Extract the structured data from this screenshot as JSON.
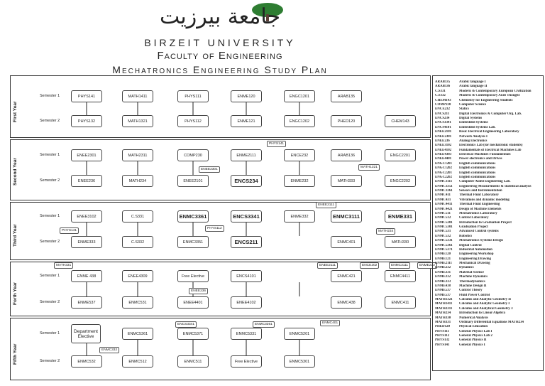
{
  "header": {
    "arabic_name": "جامعة بيرزيت",
    "university": "BIRZEIT UNIVERSITY",
    "faculty": "Faculty of Engineering",
    "plan": "Mechatronics Engineering Study Plan"
  },
  "years": [
    "First Year",
    "Second Year",
    "Third Year",
    "Forth Year",
    "Fifth Year"
  ],
  "semesters": {
    "s1": "Semester 1",
    "s2": "Semester 2"
  },
  "courses": {
    "y1s1": [
      "PHYS141",
      "MATH1411",
      "PHYS111",
      "ENME120",
      "ENGC1201",
      "ARAB135"
    ],
    "y1s2": [
      "PHYS132",
      "MATH1321",
      "PHYS112",
      "ENME121",
      "ENGC1202",
      "PHED120",
      "CHEM143"
    ],
    "y2s1": [
      "ENEE2301",
      "MATH2311",
      "COMP230",
      "ENME2111",
      "ENCE232",
      "ARAB136",
      "ENGC2201"
    ],
    "y2s2": [
      "ENEE236",
      "MATH234",
      "ENEE2101",
      "ENCS234",
      "ENME232",
      "MATH333",
      "ENGC2202"
    ],
    "y3s1": [
      "ENEE3102",
      "C.S331",
      "ENMC3361",
      "ENCS3341",
      "ENME332",
      "ENMC3111",
      "ENME331"
    ],
    "y3s2": [
      "ENME333",
      "C.S332",
      "ENMC3351",
      "ENCS211",
      "ENMC401",
      "MATH330"
    ],
    "y4s1": [
      "ENME 438",
      "ENEE4309",
      "Free Elective",
      "ENCS4101",
      "ENMC421",
      "ENMC4411"
    ],
    "y4s2": [
      "ENME537",
      "ENMC531",
      "ENEE4401",
      "ENEE4102",
      "ENMC438",
      "ENMC411"
    ],
    "y5s1": [
      "Department Elective",
      "ENMC5361",
      "ENMC5371",
      "ENMC5331",
      "ENMC5201"
    ],
    "y5s2": [
      "ENMC532",
      "ENMC512",
      "ENMC511",
      "Free Elective",
      "ENMC5301"
    ]
  },
  "tags": [
    "PHYS141",
    "ENEE2301",
    "MATH1321",
    "ENEE2111",
    "PHYS141",
    "PHYS112",
    "MATH234",
    "MATH331",
    "ENEE2111",
    "ENCE202",
    "ENMC3111",
    "ENME232",
    "ENEE236",
    "ENCS3341",
    "ENMC3361",
    "ENMC401",
    "ENMC332"
  ],
  "legend": [
    [
      "ARAB135",
      "Arabic language I"
    ],
    [
      "ARAB136",
      "Arabic language II"
    ],
    [
      "C.S331",
      "Modern & Contemporary European Civilization"
    ],
    [
      "C.S332",
      "Modern & Contemporary Arab Thought"
    ],
    [
      "CHEM143",
      "Chemistry for Engineering Students"
    ],
    [
      "COMP230",
      "Computer Science"
    ],
    [
      "ENCE232",
      "Statics"
    ],
    [
      "ENCS211",
      "Digital Electronics & Computer Org. Lab."
    ],
    [
      "ENCS234",
      "Digital Systems"
    ],
    [
      "ENCS3341",
      "Embedded Systems"
    ],
    [
      "ENCS4101",
      "Embedded Systems Lab."
    ],
    [
      "ENEE2101",
      "Basic Electrical Engineering Laboratory"
    ],
    [
      "ENEE2301",
      "Network Analysis I"
    ],
    [
      "ENEE236",
      "Analog Electronics"
    ],
    [
      "ENEE3102",
      "Electronics Lab (for mechatronic students)"
    ],
    [
      "ENEE4102",
      "Fundamentals of Electrical Machines Lab"
    ],
    [
      "ENEE4303",
      "Electrical Machines Fundamentals"
    ],
    [
      "ENEE4401",
      "Power electronics and Drives"
    ],
    [
      "ENGC1201",
      "English communications"
    ],
    [
      "ENGC1202",
      "English communications"
    ],
    [
      "ENGC2201",
      "English communications"
    ],
    [
      "ENGC2202",
      "English communications"
    ],
    [
      "ENMC3111",
      "Computer Aided Engineering Lab."
    ],
    [
      "ENMC3351",
      "Engineering Measurements & statistical analysis"
    ],
    [
      "ENMC3361",
      "Sensors and Instrumentation"
    ],
    [
      "ENMC411",
      "Thermal Fluid Laboratory"
    ],
    [
      "ENMC431",
      "Vibrations and dynamic modeling"
    ],
    [
      "ENMC4411",
      "Thermal Fluid Engineering"
    ],
    [
      "ENMC4421",
      "Design of Machine Elements"
    ],
    [
      "ENMC511",
      "Mechatronics Laboratory"
    ],
    [
      "ENMC512",
      "Control Laboratory"
    ],
    [
      "ENMC5201",
      "Introduction to Graduation Project"
    ],
    [
      "ENMC5301",
      "Graduation Project"
    ],
    [
      "ENMC531",
      "Advanced Control systems"
    ],
    [
      "ENMC532",
      "Robotics"
    ],
    [
      "ENMC5331",
      "Mechatronics Systems Design"
    ],
    [
      "ENMC5361",
      "Digital Control"
    ],
    [
      "ENMC5371",
      "Industrial Automation"
    ],
    [
      "ENME120",
      "Engineering Workshop"
    ],
    [
      "ENME121",
      "Engineering Drawing"
    ],
    [
      "ENME2111",
      "Mechanical Drawing"
    ],
    [
      "ENME232",
      "Dynamics"
    ],
    [
      "ENME331",
      "Material Science"
    ],
    [
      "ENME332",
      "Machine Dynamics"
    ],
    [
      "ENME333",
      "Thermodynamics"
    ],
    [
      "ENME438",
      "Machine Design II"
    ],
    [
      "ENME537",
      "Control Theory"
    ],
    [
      "ENME537",
      "Fluid Power Control"
    ],
    [
      "MATH1321",
      "Calculus and Analytic Geometry II"
    ],
    [
      "MATH1411",
      "Calculus and Analytic Geometry I"
    ],
    [
      "MATH2311",
      "Calculus and Analytical Geometry 3"
    ],
    [
      "MATH234",
      "Introduction to Linear Algebra"
    ],
    [
      "MATH330",
      "Numerical Analysis"
    ],
    [
      "MATH331",
      "Ordinary Differential Equations MATH234"
    ],
    [
      "PHED120",
      "Physical Education"
    ],
    [
      "PHYS111",
      "General Physics Lab I"
    ],
    [
      "PHYS112",
      "General Physics Lab 2"
    ],
    [
      "PHYS132",
      "General Physics II"
    ],
    [
      "PHYS141",
      "General Physics I"
    ]
  ]
}
